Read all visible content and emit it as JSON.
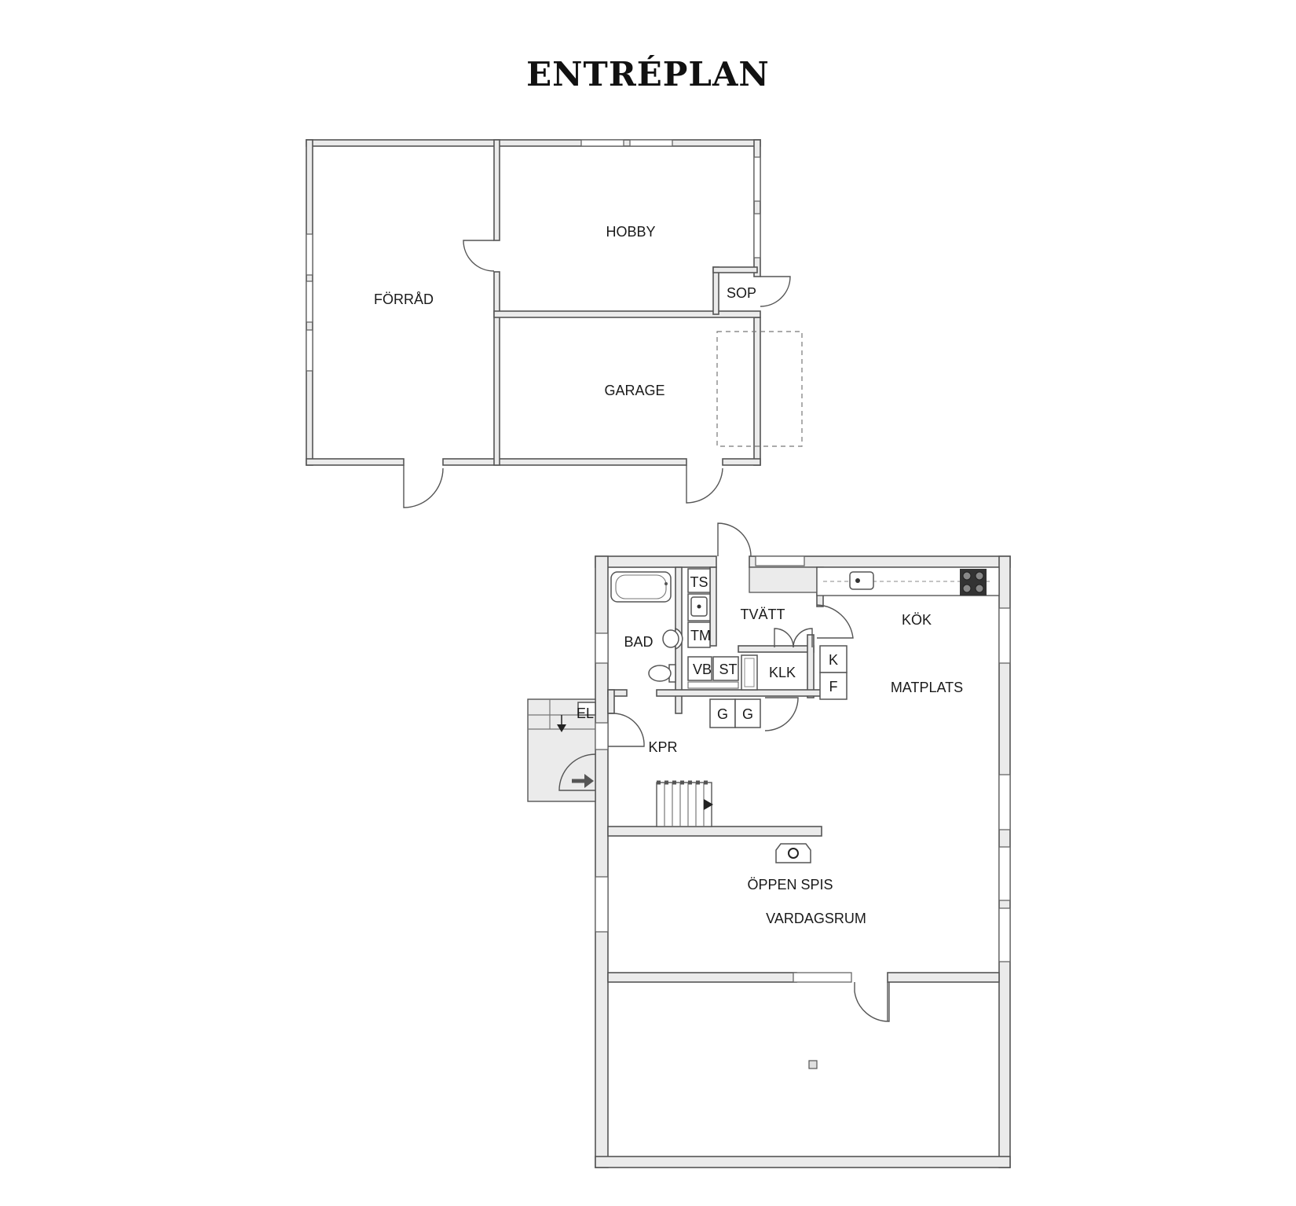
{
  "title": "ENTRÉPLAN",
  "rooms": {
    "forrad": "FÖRRÅD",
    "hobby": "HOBBY",
    "sop": "SOP",
    "garage": "GARAGE",
    "ts": "TS",
    "tm": "TM",
    "tvatt": "TVÄTT",
    "bad": "BAD",
    "vb": "VB",
    "st": "ST",
    "klk": "KLK",
    "kok": "KÖK",
    "k": "K",
    "f": "F",
    "matplats": "MATPLATS",
    "el": "EL",
    "g1": "G",
    "g2": "G",
    "kpr": "KPR",
    "oppen_spis": "ÖPPEN SPIS",
    "vardagsrum": "VARDAGSRUM"
  }
}
